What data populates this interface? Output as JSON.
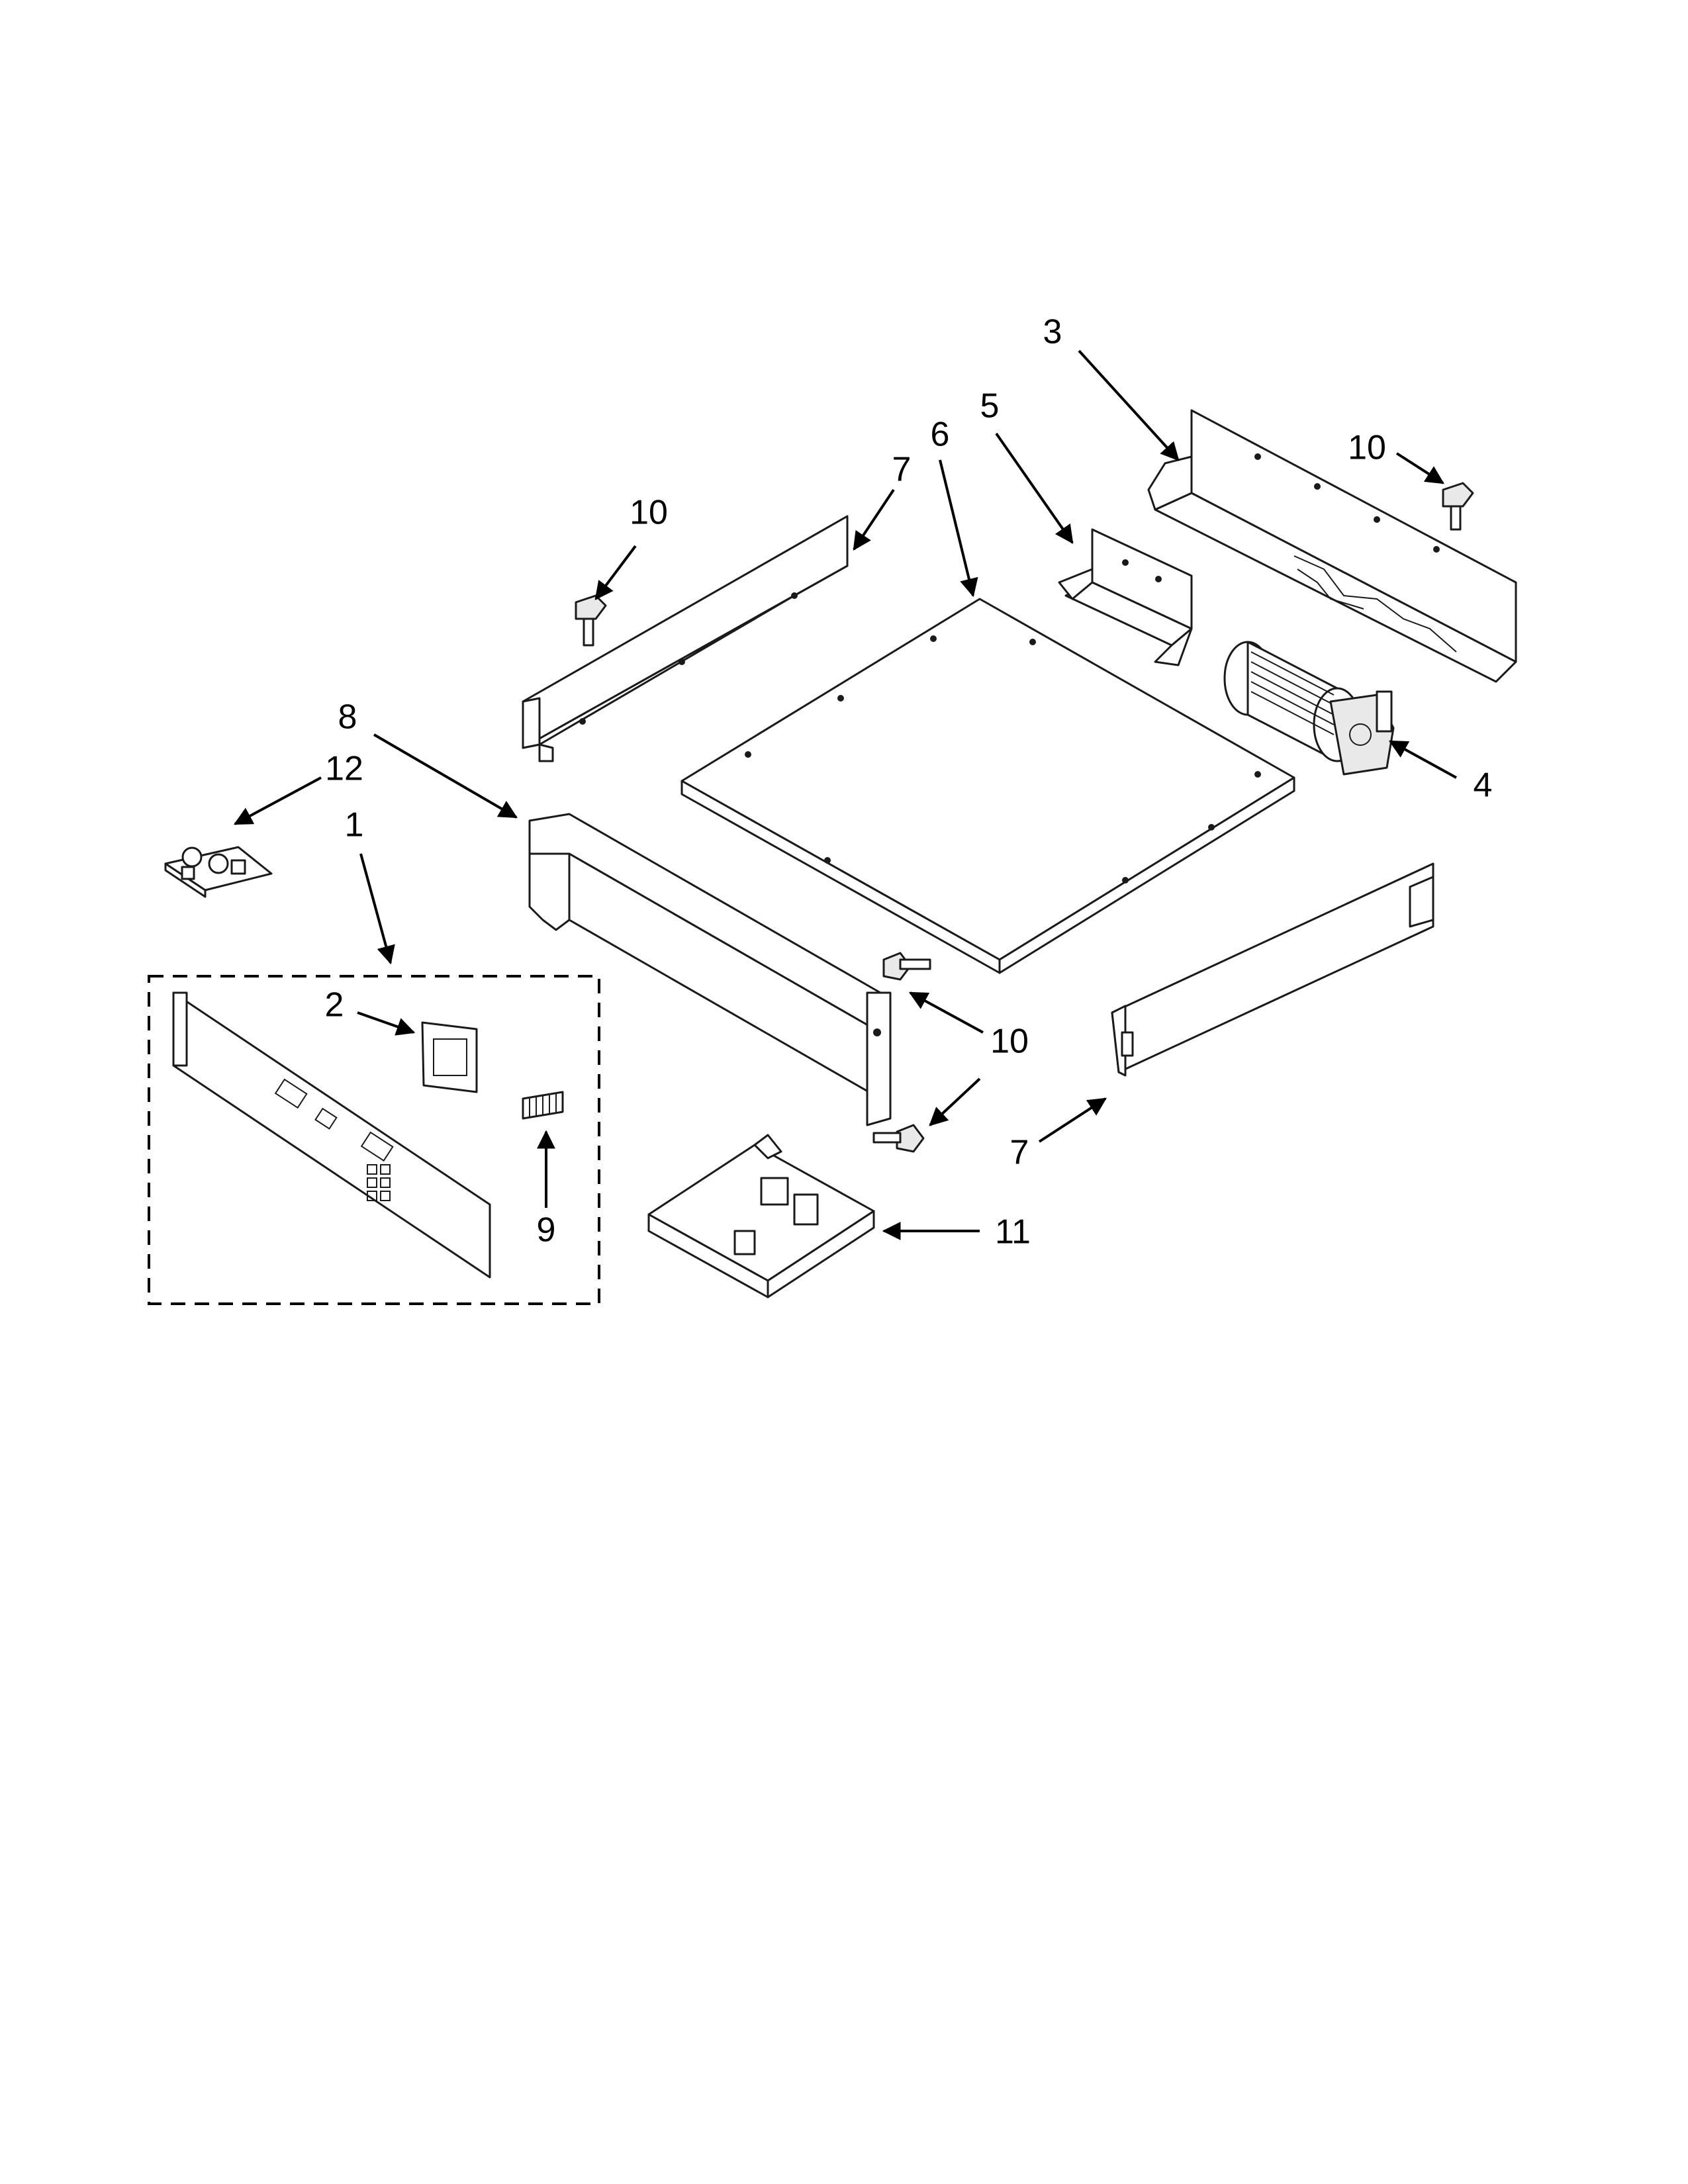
{
  "diagram": {
    "callouts": {
      "c1": "1",
      "c2": "2",
      "c3": "3",
      "c4": "4",
      "c5": "5",
      "c6": "6",
      "c7a": "7",
      "c7b": "7",
      "c8": "8",
      "c9": "9",
      "c10a": "10",
      "c10b": "10",
      "c10c": "10",
      "c11": "11",
      "c12": "12"
    }
  }
}
